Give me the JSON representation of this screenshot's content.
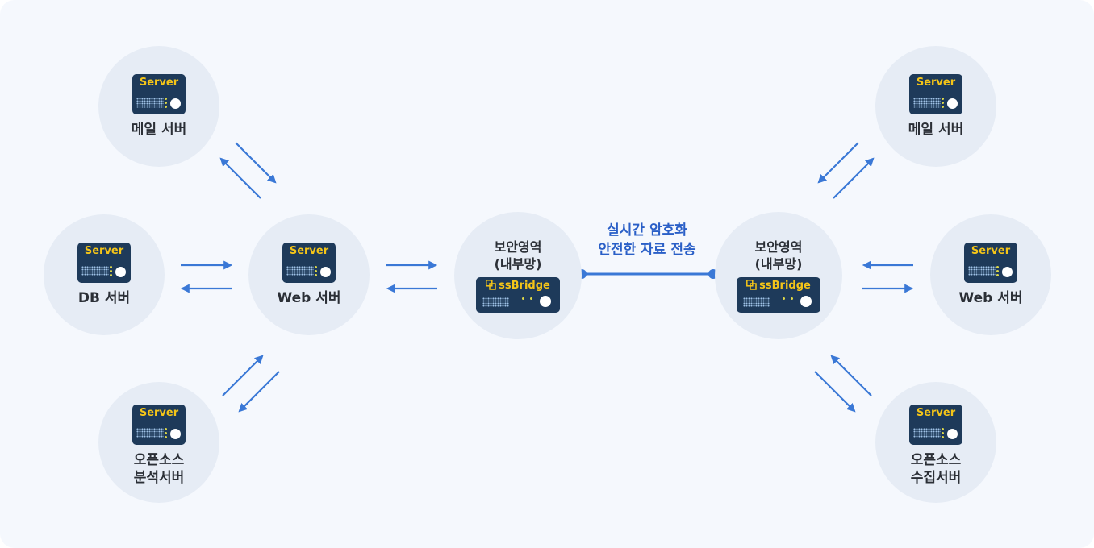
{
  "server_icon_label": "Server",
  "bridge_icon_label": "ssBridge",
  "tunnel_label": "실시간 암호화\n안전한 자료 전송",
  "colors": {
    "arrow": "#3a78d6",
    "node_bg": "#e6ecf5",
    "icon_bg": "#1e3a5a",
    "icon_text": "#f5c518",
    "canvas_bg": "#f5f8fd"
  },
  "left": {
    "mail_server": "메일 서버",
    "db_server": "DB 서버",
    "web_server": "Web 서버",
    "opensource_server": "오픈소스\n분석서버",
    "secure_zone": "보안영역\n(내부망)"
  },
  "right": {
    "mail_server": "메일 서버",
    "web_server": "Web 서버",
    "opensource_server": "오픈소스\n수집서버",
    "secure_zone": "보안영역\n(내부망)"
  }
}
